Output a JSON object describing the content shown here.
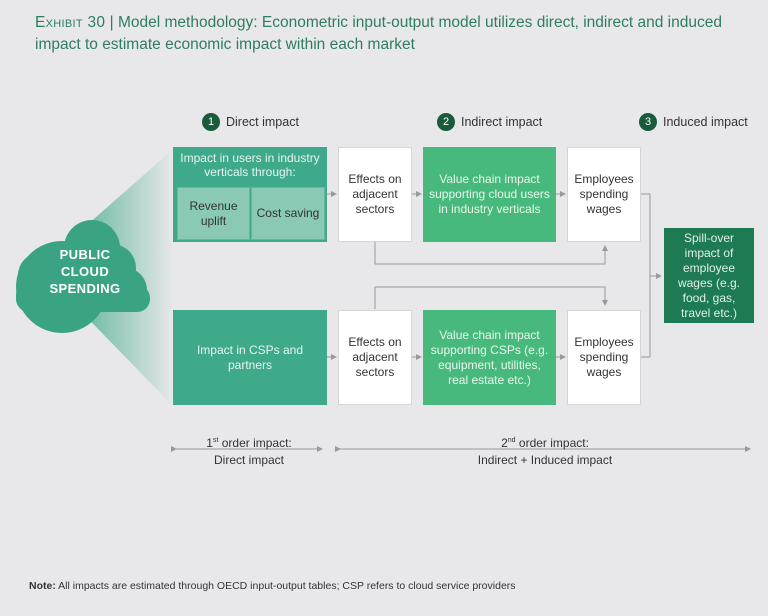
{
  "title": {
    "exhibit": "Exhibit 30",
    "separator": "|",
    "text": "Model methodology: Econometric input-output model utilizes direct, indirect and induced impact to estimate economic impact within each market"
  },
  "source": {
    "label": "PUBLIC CLOUD SPENDING",
    "line1": "PUBLIC",
    "line2": "CLOUD",
    "line3": "SPENDING",
    "icon": "cloud-icon"
  },
  "stages": [
    {
      "number": "1",
      "label": "Direct impact"
    },
    {
      "number": "2",
      "label": "Indirect impact"
    },
    {
      "number": "3",
      "label": "Induced impact"
    }
  ],
  "top_row": {
    "direct": {
      "text": "Impact in users in industry verticals through:",
      "sub": [
        "Revenue uplift",
        "Cost saving"
      ]
    },
    "adjacent": "Effects on adjacent sectors",
    "value_chain": "Value chain impact supporting cloud users in industry verticals",
    "employees": "Employees spending wages"
  },
  "bottom_row": {
    "direct": "Impact in CSPs and partners",
    "adjacent": "Effects on adjacent sectors",
    "value_chain": "Value chain impact supporting CSPs (e.g. equipment, utilities, real estate etc.)",
    "employees": "Employees spending wages"
  },
  "induced": "Spill-over impact of employee wages (e.g. food, gas, travel etc.)",
  "orders": {
    "first": {
      "ordinal": "1",
      "suffix": "st",
      "line1": " order impact:",
      "line2": "Direct impact"
    },
    "second": {
      "ordinal": "2",
      "suffix": "nd",
      "line1": " order impact:",
      "line2": "Indirect + Induced impact"
    }
  },
  "note": {
    "label": "Note:",
    "text": " All impacts are estimated through OECD input-output tables; CSP refers to cloud service providers"
  },
  "colors": {
    "title": "#2f7d60",
    "teal": "#3fa98c",
    "green": "#48b97c",
    "dark_green": "#1d7a52",
    "badge": "#1a5b3c",
    "background": "#e8e8ea"
  }
}
